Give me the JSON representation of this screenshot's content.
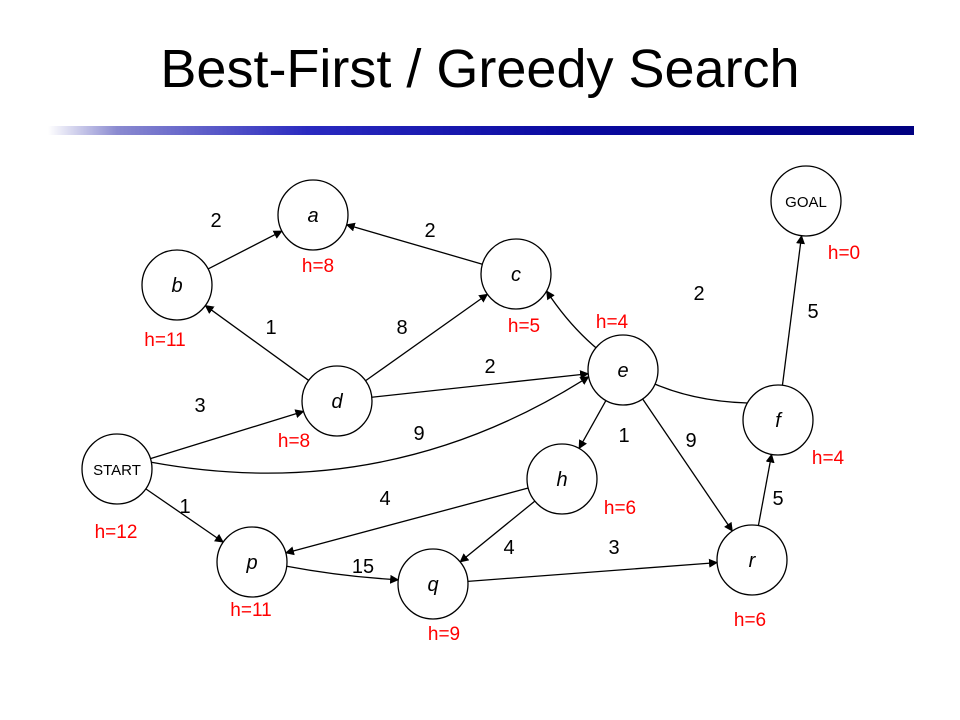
{
  "title": "Best-First / Greedy Search",
  "colors": {
    "heuristic": "#ff0000",
    "rule": "#000080",
    "edge": "#000000"
  },
  "nodes": [
    {
      "id": "a",
      "label": "a",
      "h": "h=8"
    },
    {
      "id": "b",
      "label": "b",
      "h": "h=11"
    },
    {
      "id": "c",
      "label": "c",
      "h": "h=5"
    },
    {
      "id": "d",
      "label": "d",
      "h": "h=8"
    },
    {
      "id": "e",
      "label": "e",
      "h": "h=4"
    },
    {
      "id": "f",
      "label": "f",
      "h": "h=4"
    },
    {
      "id": "goal",
      "label": "GOAL",
      "h": "h=0"
    },
    {
      "id": "start",
      "label": "START",
      "h": "h=12"
    },
    {
      "id": "h",
      "label": "h",
      "h": "h=6"
    },
    {
      "id": "p",
      "label": "p",
      "h": "h=11"
    },
    {
      "id": "q",
      "label": "q",
      "h": "h=9"
    },
    {
      "id": "r",
      "label": "r",
      "h": "h=6"
    }
  ],
  "edges": [
    {
      "from": "b",
      "to": "a",
      "weight": "2"
    },
    {
      "from": "c",
      "to": "a",
      "weight": "2"
    },
    {
      "from": "d",
      "to": "b",
      "weight": "1"
    },
    {
      "from": "d",
      "to": "c",
      "weight": "8"
    },
    {
      "from": "d",
      "to": "e",
      "weight": "2"
    },
    {
      "from": "start",
      "to": "d",
      "weight": "3"
    },
    {
      "from": "start",
      "to": "e",
      "weight": "9"
    },
    {
      "from": "start",
      "to": "p",
      "weight": "1"
    },
    {
      "from": "e",
      "to": "h",
      "weight": "1"
    },
    {
      "from": "e",
      "to": "r",
      "weight": "9"
    },
    {
      "from": "f",
      "to": "c",
      "weight": "2"
    },
    {
      "from": "f",
      "to": "goal",
      "weight": "5"
    },
    {
      "from": "h",
      "to": "p",
      "weight": "4"
    },
    {
      "from": "h",
      "to": "q",
      "weight": "4"
    },
    {
      "from": "p",
      "to": "q",
      "weight": "15"
    },
    {
      "from": "q",
      "to": "r",
      "weight": "3"
    },
    {
      "from": "r",
      "to": "f",
      "weight": "5"
    }
  ]
}
